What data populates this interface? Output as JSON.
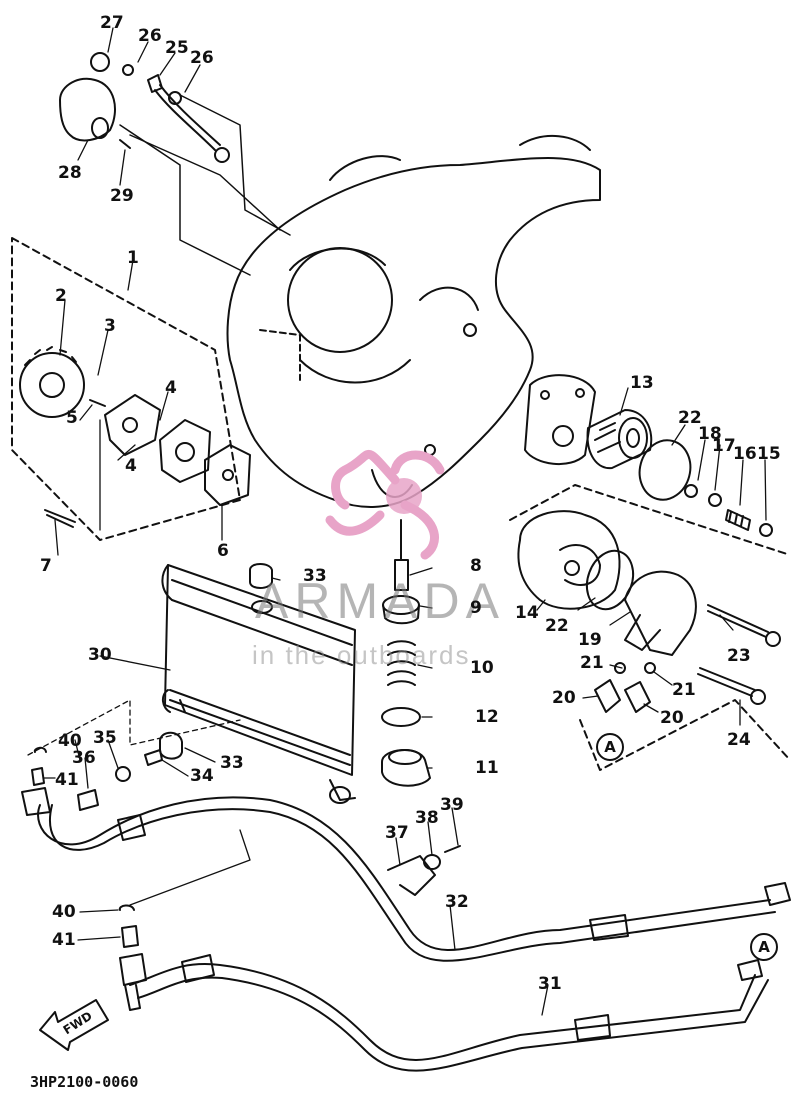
{
  "diagram": {
    "part_labels": [
      "1",
      "2",
      "3",
      "4",
      "4",
      "5",
      "6",
      "7",
      "8",
      "9",
      "10",
      "11",
      "12",
      "13",
      "14",
      "15",
      "16",
      "17",
      "18",
      "19",
      "20",
      "20",
      "21",
      "21",
      "22",
      "22",
      "23",
      "24",
      "25",
      "26",
      "26",
      "27",
      "28",
      "29",
      "30",
      "31",
      "32",
      "33",
      "33",
      "34",
      "35",
      "36",
      "37",
      "38",
      "39",
      "40",
      "40",
      "41",
      "41"
    ],
    "connector_marks": [
      "A",
      "A"
    ],
    "direction_label": "FWD",
    "reference_code": "3HP2100-0060",
    "line_color": "#111111"
  },
  "watermark": {
    "name": "ARMADA",
    "tagline": "in the outboards",
    "logo_color": "#e8a4c8"
  }
}
